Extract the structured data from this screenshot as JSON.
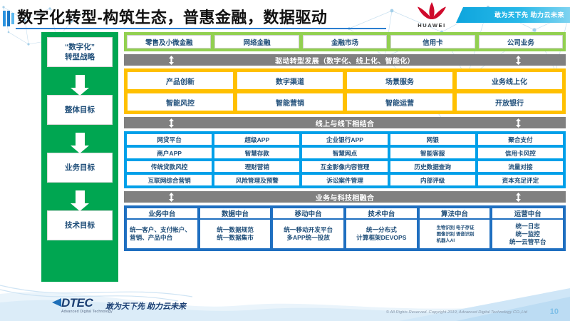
{
  "header": {
    "title": "数字化转型-构筑生态，普惠金融，数据驱动",
    "brand": "HUAWEI",
    "brand_slogan": "敢为天下先 助力云未来"
  },
  "sidebar": {
    "items": [
      {
        "label": "“数字化”\n转型战略"
      },
      {
        "label": "整体目标"
      },
      {
        "label": "业务目标"
      },
      {
        "label": "技术目标"
      }
    ]
  },
  "business_lines": {
    "cells": [
      "零售及小微金融",
      "网络金融",
      "金融市场",
      "信用卡",
      "公司业务"
    ]
  },
  "bands": [
    {
      "id": "drive",
      "title": "驱动转型发展（数字化、线上化、智能化）",
      "color": "#ffc000",
      "rows": [
        [
          "产品创新",
          "数字渠道",
          "场景服务",
          "业务线上化"
        ],
        [
          "智能风控",
          "智能营销",
          "智能运营",
          "开放银行"
        ]
      ]
    },
    {
      "id": "online-offline",
      "title": "线上与线下相结合",
      "color": "#00a0e9",
      "rows": [
        [
          "网贷平台",
          "超级APP",
          "企业银行APP",
          "网银",
          "聚合支付"
        ],
        [
          "商户APP",
          "智慧存款",
          "智慧网点",
          "智能客服",
          "信用卡风控"
        ],
        [
          "传统贷款风控",
          "理财营销",
          "互金影像内容管理",
          "历史数据查询",
          "流量对接"
        ],
        [
          "互联网综合营销",
          "风险管理及预警",
          "诉讼案件管理",
          "内部评级",
          "资本充足评定"
        ]
      ]
    }
  ],
  "platform_band": {
    "title": "业务与科技相融合",
    "color": "#1f6fc0",
    "columns": [
      {
        "head": "业务中台",
        "body": "统一客户、支付帐户、营销、产品中台",
        "small": false,
        "left": true
      },
      {
        "head": "数据中台",
        "body": "统一数据规范\n统一数据集市",
        "small": false,
        "left": false
      },
      {
        "head": "移动中台",
        "body": "统一移动开发平台\n多APP统一投放",
        "small": false,
        "left": false
      },
      {
        "head": "技术中台",
        "body": "统一分布式\n计算框架DEVOPS",
        "small": false,
        "left": false
      },
      {
        "head": "算法中台",
        "body": "生物识别 电子存证\n图像识别 语音识别\n机器人AI",
        "small": true,
        "left": true
      },
      {
        "head": "运营中台",
        "body": "统一日志\n统一监控\n统一云管平台",
        "small": false,
        "left": false
      }
    ]
  },
  "footer": {
    "logo_name": "DTEC",
    "logo_sub": "Advanced Digital Technology",
    "slogan": "敢为天下先  助力云未来",
    "copyright": "© All Rights Reserved. Copyright 2019, Advanced Digital Technology CO.,Ltd",
    "page_number": "10"
  },
  "colors": {
    "green": "#00a651",
    "light_green": "#92d050",
    "orange": "#ffc000",
    "blue": "#00a0e9",
    "navy": "#1f6fc0",
    "gray": "#808080",
    "text_blue": "#1f4e79"
  }
}
